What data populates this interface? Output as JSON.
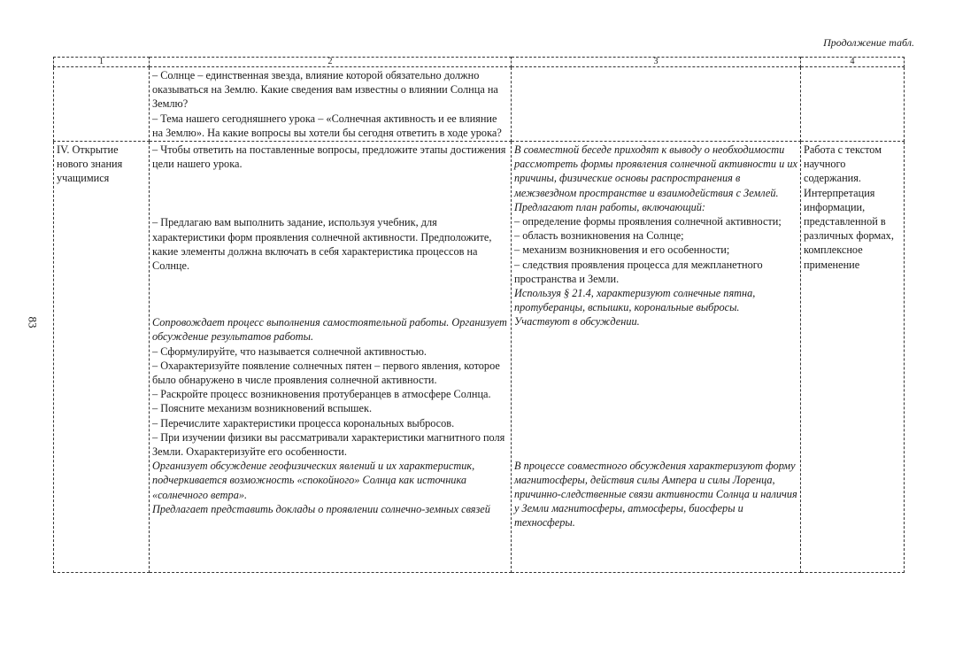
{
  "caption": "Продолжение табл.",
  "page_number": "83",
  "header": [
    "1",
    "2",
    "3",
    "4"
  ],
  "row1": {
    "col2": [
      "– Солнце – единственная звезда, влияние которой обязательно должно оказываться на Землю. Какие сведения вам известны о влиянии Солнца на Землю?",
      "– Тема нашего сегодняшнего урока – «Солнечная активность и ее влияние на Землю». На какие вопросы вы хотели бы сегодня ответить в ходе урока?"
    ]
  },
  "row2": {
    "stage": "IV. Открытие нового знания учащимися",
    "teacher_1": "– Чтобы ответить на поставленные вопросы, предложите этапы достижения цели нашего урока.",
    "teacher_2": "– Предлагаю вам выполнить задание, используя учебник, для характеристики форм проявления солнечной активности. Предположите, какие элементы должна включать в себя характеристика процессов на Солнце.",
    "teacher_3": "Сопровождает процесс выполнения самостоятельной работы. Организует обсуждение результатов работы.",
    "teacher_list": [
      "– Сформулируйте, что называется солнечной активностью.",
      "– Охарактеризуйте появление солнечных пятен – первого явления, которое было обнаружено в числе проявления солнечной активности.",
      "– Раскройте процесс возникновения протуберанцев в атмосфере Солнца.",
      "– Поясните механизм возникновений вспышек.",
      "– Перечислите характеристики процесса корональных выбросов.",
      "– При изучении физики вы рассматривали характеристики магнитного поля Земли. Охарактеризуйте его особенности."
    ],
    "teacher_4": "Организует обсуждение геофизических явлений и их характеристик, подчеркивается возможность «спокойного» Солнца как источника «солнечного ветра».",
    "teacher_5": "Предлагает представить доклады о проявлении солнечно-земных связей",
    "student_1": "В совместной беседе приходят к выводу о необходимости рассмотреть формы проявления солнечной активности и их причины, физические основы распространения в межзвездном пространстве и взаимодействия с Землей.",
    "student_2": "Предлагают план работы, включающий:",
    "student_list": [
      "– определение формы проявления солнечной активности;",
      "– область возникновения на Солнце;",
      "– механизм возникновения и его особенности;",
      "– следствия проявления процесса для межпланетного пространства и Земли."
    ],
    "student_3": "Используя § 21.4, характеризуют солнечные пятна, протуберанцы, вспышки, корональные выбросы. Участвуют в обсуждении.",
    "student_4": "В процессе совместного обсуждения характеризуют форму магнитосферы, действия силы Ампера и силы Лоренца, причинно-следственные связи активности Солнца и наличия у Земли магнитосферы, атмосферы, биосферы и техносферы.",
    "result": "Работа с текстом научного содержания. Интерпретация информации, представленной в различных формах, комплексное применение"
  }
}
